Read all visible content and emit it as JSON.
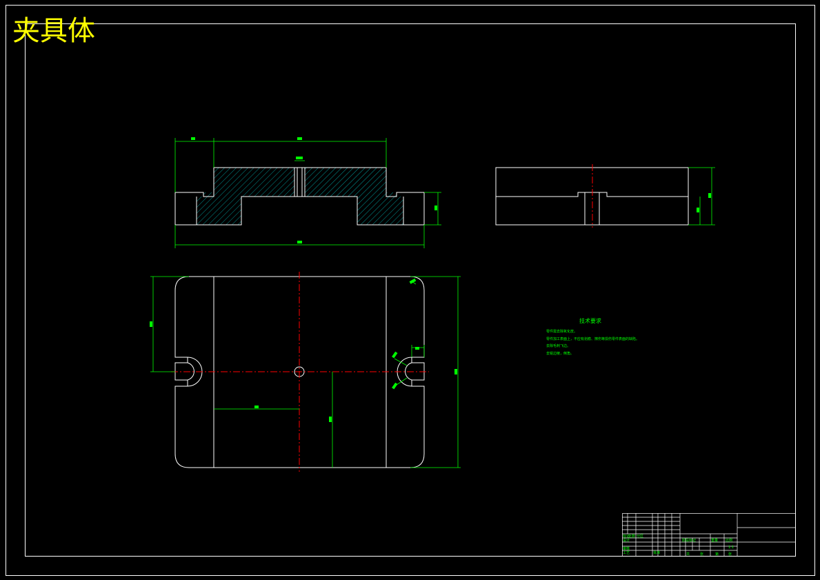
{
  "drawing": {
    "title": "夹具体",
    "colors": {
      "background": "#000000",
      "outline": "#ffffff",
      "dimension": "#00ff00",
      "centerline": "#ff0000",
      "title": "#ffff00",
      "hatch": "#00ffff"
    }
  },
  "tech_notes": {
    "title": "技术要求",
    "lines": [
      "零件需去除氧化皮。",
      "零件加工表面上，不应有划痕、擦伤等损伤零件表面的缺陷。",
      "去除毛刺飞边。",
      "去锐边棱，倒角。"
    ]
  },
  "title_block": {
    "cells": [
      "标记",
      "处数",
      "分区",
      "设计",
      "审核",
      "工艺",
      "批准",
      "阶段标记",
      "重量",
      "比例",
      "共",
      "张",
      "第",
      "张",
      "1:1"
    ]
  }
}
